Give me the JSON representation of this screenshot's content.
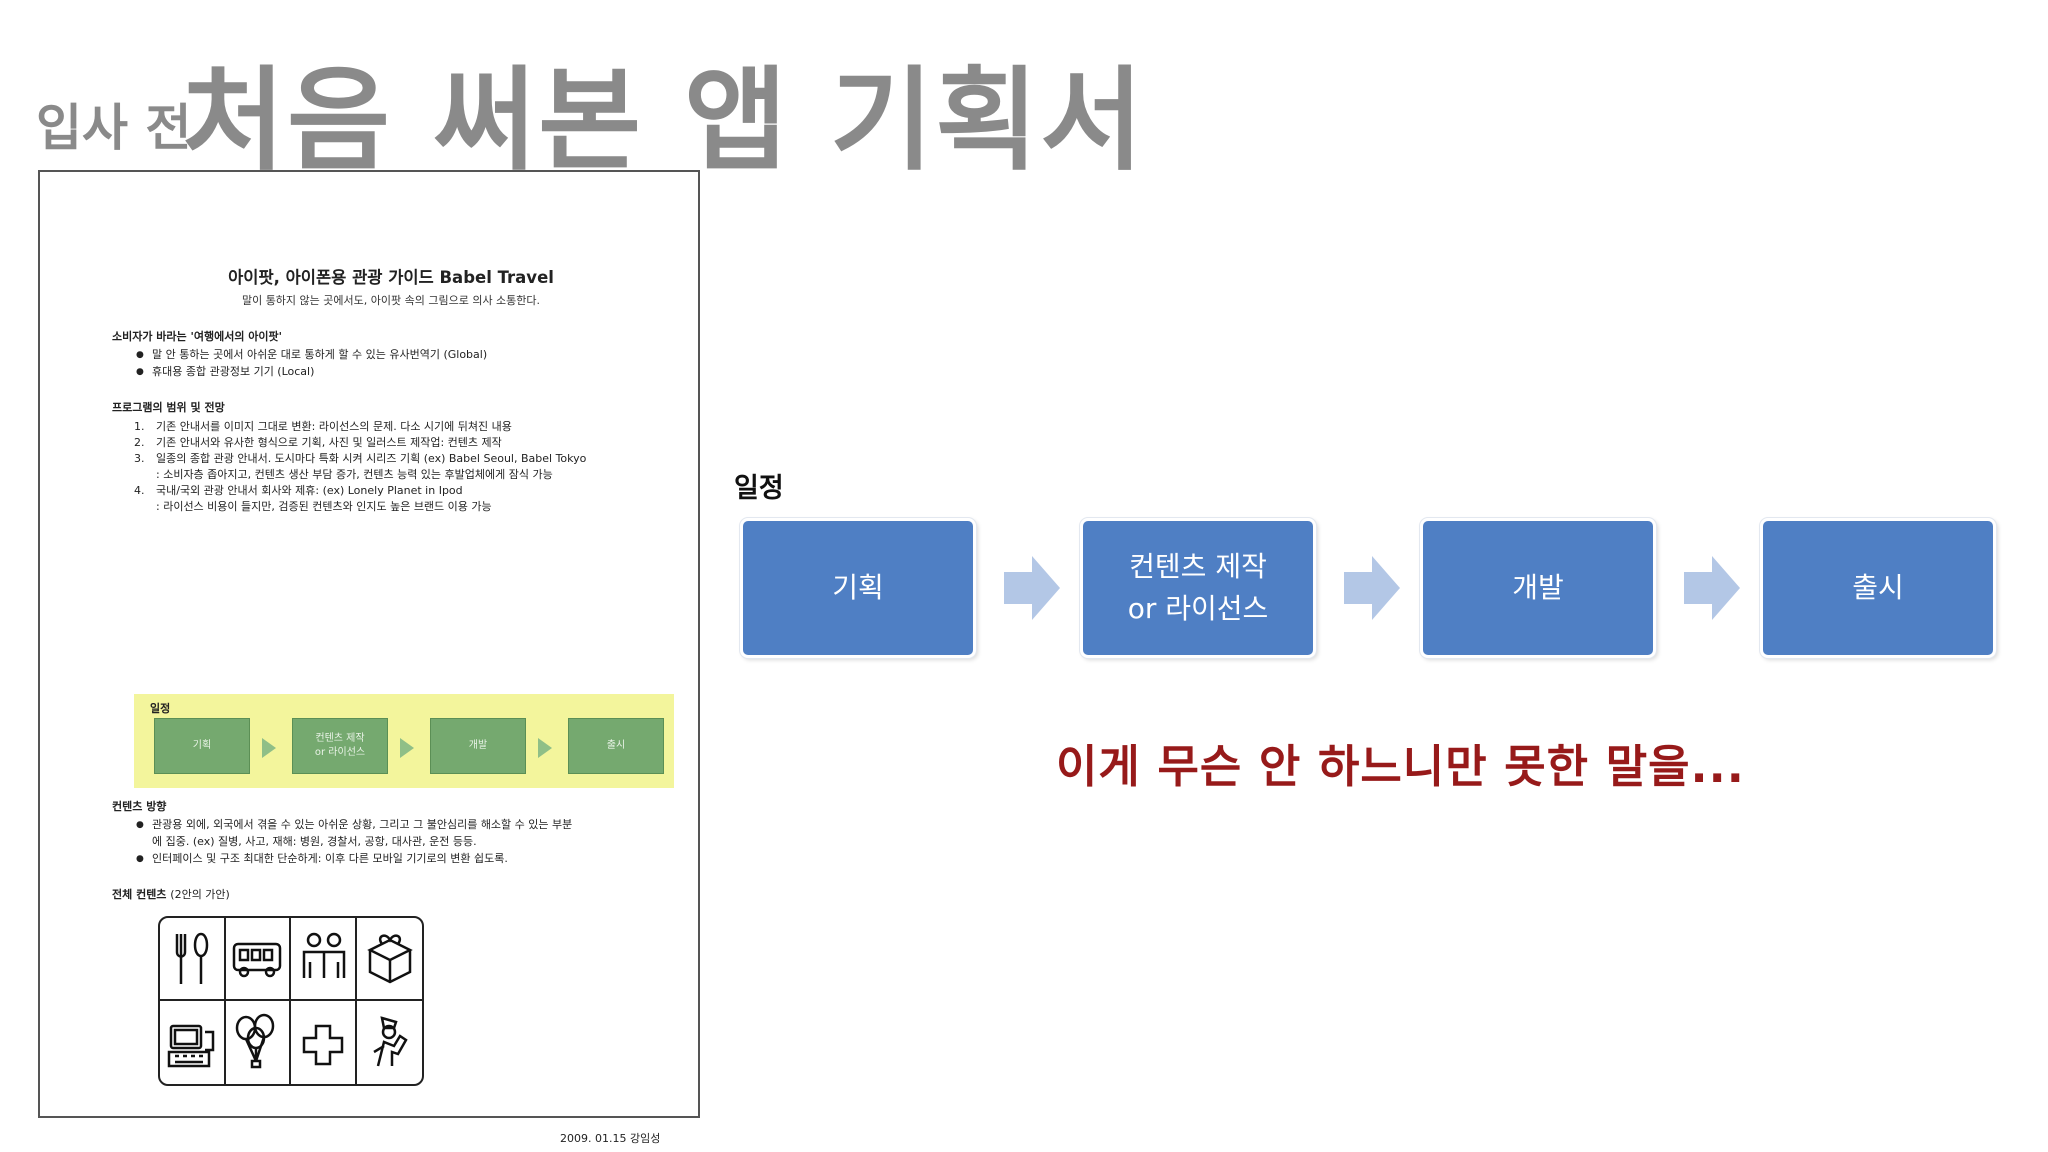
{
  "slide": {
    "title_prefix": "입사 전",
    "title_main": "처음 써본 앱 기획서"
  },
  "document": {
    "title": "아이팟, 아이폰용 관광 가이드 Babel Travel",
    "subtitle": "말이 통하지 않는 곳에서도, 아이팟 속의 그림으로 의사 소통한다.",
    "section1": {
      "heading": "소비자가 바라는 '여행에서의 아이팟'",
      "bullets": [
        "말 안 통하는 곳에서 아쉬운 대로 통하게 할 수 있는 유사번역기 (Global)",
        "휴대용 종합 관광정보 기기 (Local)"
      ]
    },
    "section2": {
      "heading": "프로그램의 범위 및 전망",
      "items": [
        {
          "num": "1.",
          "text": "기존 안내서를 이미지 그대로 변환: 라이선스의 문제. 다소 시기에 뒤쳐진 내용"
        },
        {
          "num": "2.",
          "text": "기존 안내서와 유사한 형식으로 기획, 사진 및 일러스트 제작업: 컨텐츠 제작"
        },
        {
          "num": "3.",
          "text": "일종의 종합 관광 안내서. 도시마다 특화 시켜 시리즈 기획 (ex) Babel Seoul, Babel Tokyo",
          "cont": ": 소비자층 좁아지고, 컨텐츠 생산 부담 증가, 컨텐츠 능력 있는 후발업체에게 잠식 가능"
        },
        {
          "num": "4.",
          "text": "국내/국외 관광 안내서 회사와 제휴: (ex) Lonely Planet in Ipod",
          "cont": ": 라이선스 비용이 들지만, 검증된 컨텐츠와 인지도 높은 브랜드 이용 가능"
        }
      ]
    },
    "schedule_label": "일정",
    "schedule_steps": [
      "기획",
      "컨텐츠 제작\nor 라이선스",
      "개발",
      "출시"
    ],
    "section3": {
      "heading": "컨텐츠 방향",
      "bullets": [
        "관광용 외에, 외국에서 겪을 수 있는 아쉬운 상황, 그리고 그 불안심리를 해소할 수 있는 부분",
        "에 집중. (ex) 질병, 사고, 재해: 병원, 경찰서, 공항, 대사관, 운전 등등.",
        "인터페이스 및 구조 최대한 단순하게: 이후 다른 모바일 기기로의 변환 쉽도록."
      ]
    },
    "section4": {
      "heading": "전체 컨텐츠",
      "heading_note": "(2안의 가안)"
    },
    "icons": [
      "fork-spoon-icon",
      "bus-icon",
      "people-icon",
      "gift-icon",
      "computer-icon",
      "balloons-icon",
      "cross-icon",
      "police-icon"
    ],
    "signature": "2009. 01.15 강임성"
  },
  "schedule": {
    "label": "일정",
    "steps": [
      {
        "line1": "기획",
        "line2": ""
      },
      {
        "line1": "컨텐츠 제작",
        "line2": "or 라이선스"
      },
      {
        "line1": "개발",
        "line2": ""
      },
      {
        "line1": "출시",
        "line2": ""
      }
    ]
  },
  "comment": "이게 무슨 안 하느니만 못한 말을...",
  "colors": {
    "title_gray": "#8a8a8a",
    "step_blue": "#4f7fc4",
    "arrow_blue": "#b3c7e6",
    "comment_red": "#971a1a",
    "doc_highlight": "#f3f59c",
    "doc_step_green": "#75a96f"
  }
}
